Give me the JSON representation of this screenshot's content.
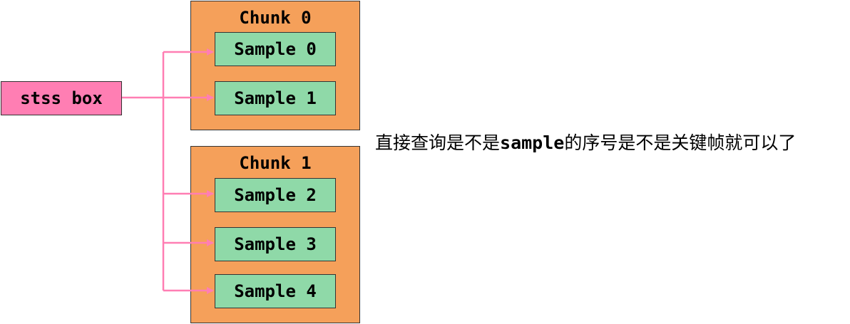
{
  "stss_box": {
    "label": "stss box",
    "color": "#ff7eb3"
  },
  "chunks": [
    {
      "title": "Chunk 0",
      "samples": [
        "Sample 0",
        "Sample 1"
      ]
    },
    {
      "title": "Chunk 1",
      "samples": [
        "Sample 2",
        "Sample 3",
        "Sample 4"
      ]
    }
  ],
  "colors": {
    "chunk": "#f5a05a",
    "sample": "#8fd9a8",
    "connector": "#ff7eb3"
  },
  "caption": {
    "before": "直接查询是不是",
    "keyword": "sample",
    "after": "的序号是不是关键帧就可以了"
  }
}
